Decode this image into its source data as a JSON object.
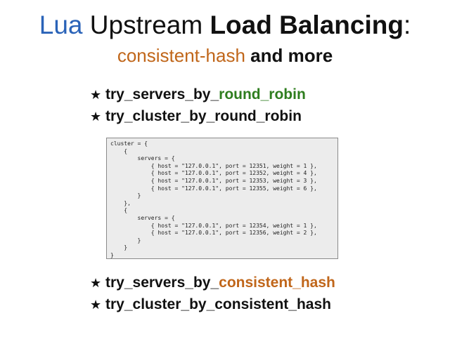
{
  "title": {
    "lua": "Lua",
    "middle": " Upstream ",
    "bold": "Load Balancing",
    "colon": ":"
  },
  "subtitle": {
    "hash": "consistent-hash",
    "rest": " and more"
  },
  "bullets_top": [
    {
      "star": "★",
      "prefix": "try_servers_by_",
      "highlight": "round_robin",
      "rest": ""
    },
    {
      "star": "★",
      "prefix": "try_cluster_by_round_robin",
      "highlight": "",
      "rest": ""
    }
  ],
  "code": {
    "lines": [
      "cluster = {",
      "    {",
      "        servers = {",
      "            { host = \"127.0.0.1\", port = 12351, weight = 1 },",
      "            { host = \"127.0.0.1\", port = 12352, weight = 4 },",
      "            { host = \"127.0.0.1\", port = 12353, weight = 3 },",
      "            { host = \"127.0.0.1\", port = 12355, weight = 6 },",
      "        }",
      "    },",
      "    {",
      "        servers = {",
      "            { host = \"127.0.0.1\", port = 12354, weight = 1 },",
      "            { host = \"127.0.0.1\", port = 12356, weight = 2 },",
      "        }",
      "    }",
      "}"
    ]
  },
  "bullets_bottom": [
    {
      "star": "★",
      "prefix": "try_servers_by_",
      "highlight": "consistent_hash",
      "rest": ""
    },
    {
      "star": "★",
      "prefix": "try_cluster_by_consistent_hash",
      "highlight": "",
      "rest": ""
    }
  ],
  "colors": {
    "lua_blue": "#2a63b8",
    "green": "#2e7d1e",
    "orange": "#c0661a"
  }
}
